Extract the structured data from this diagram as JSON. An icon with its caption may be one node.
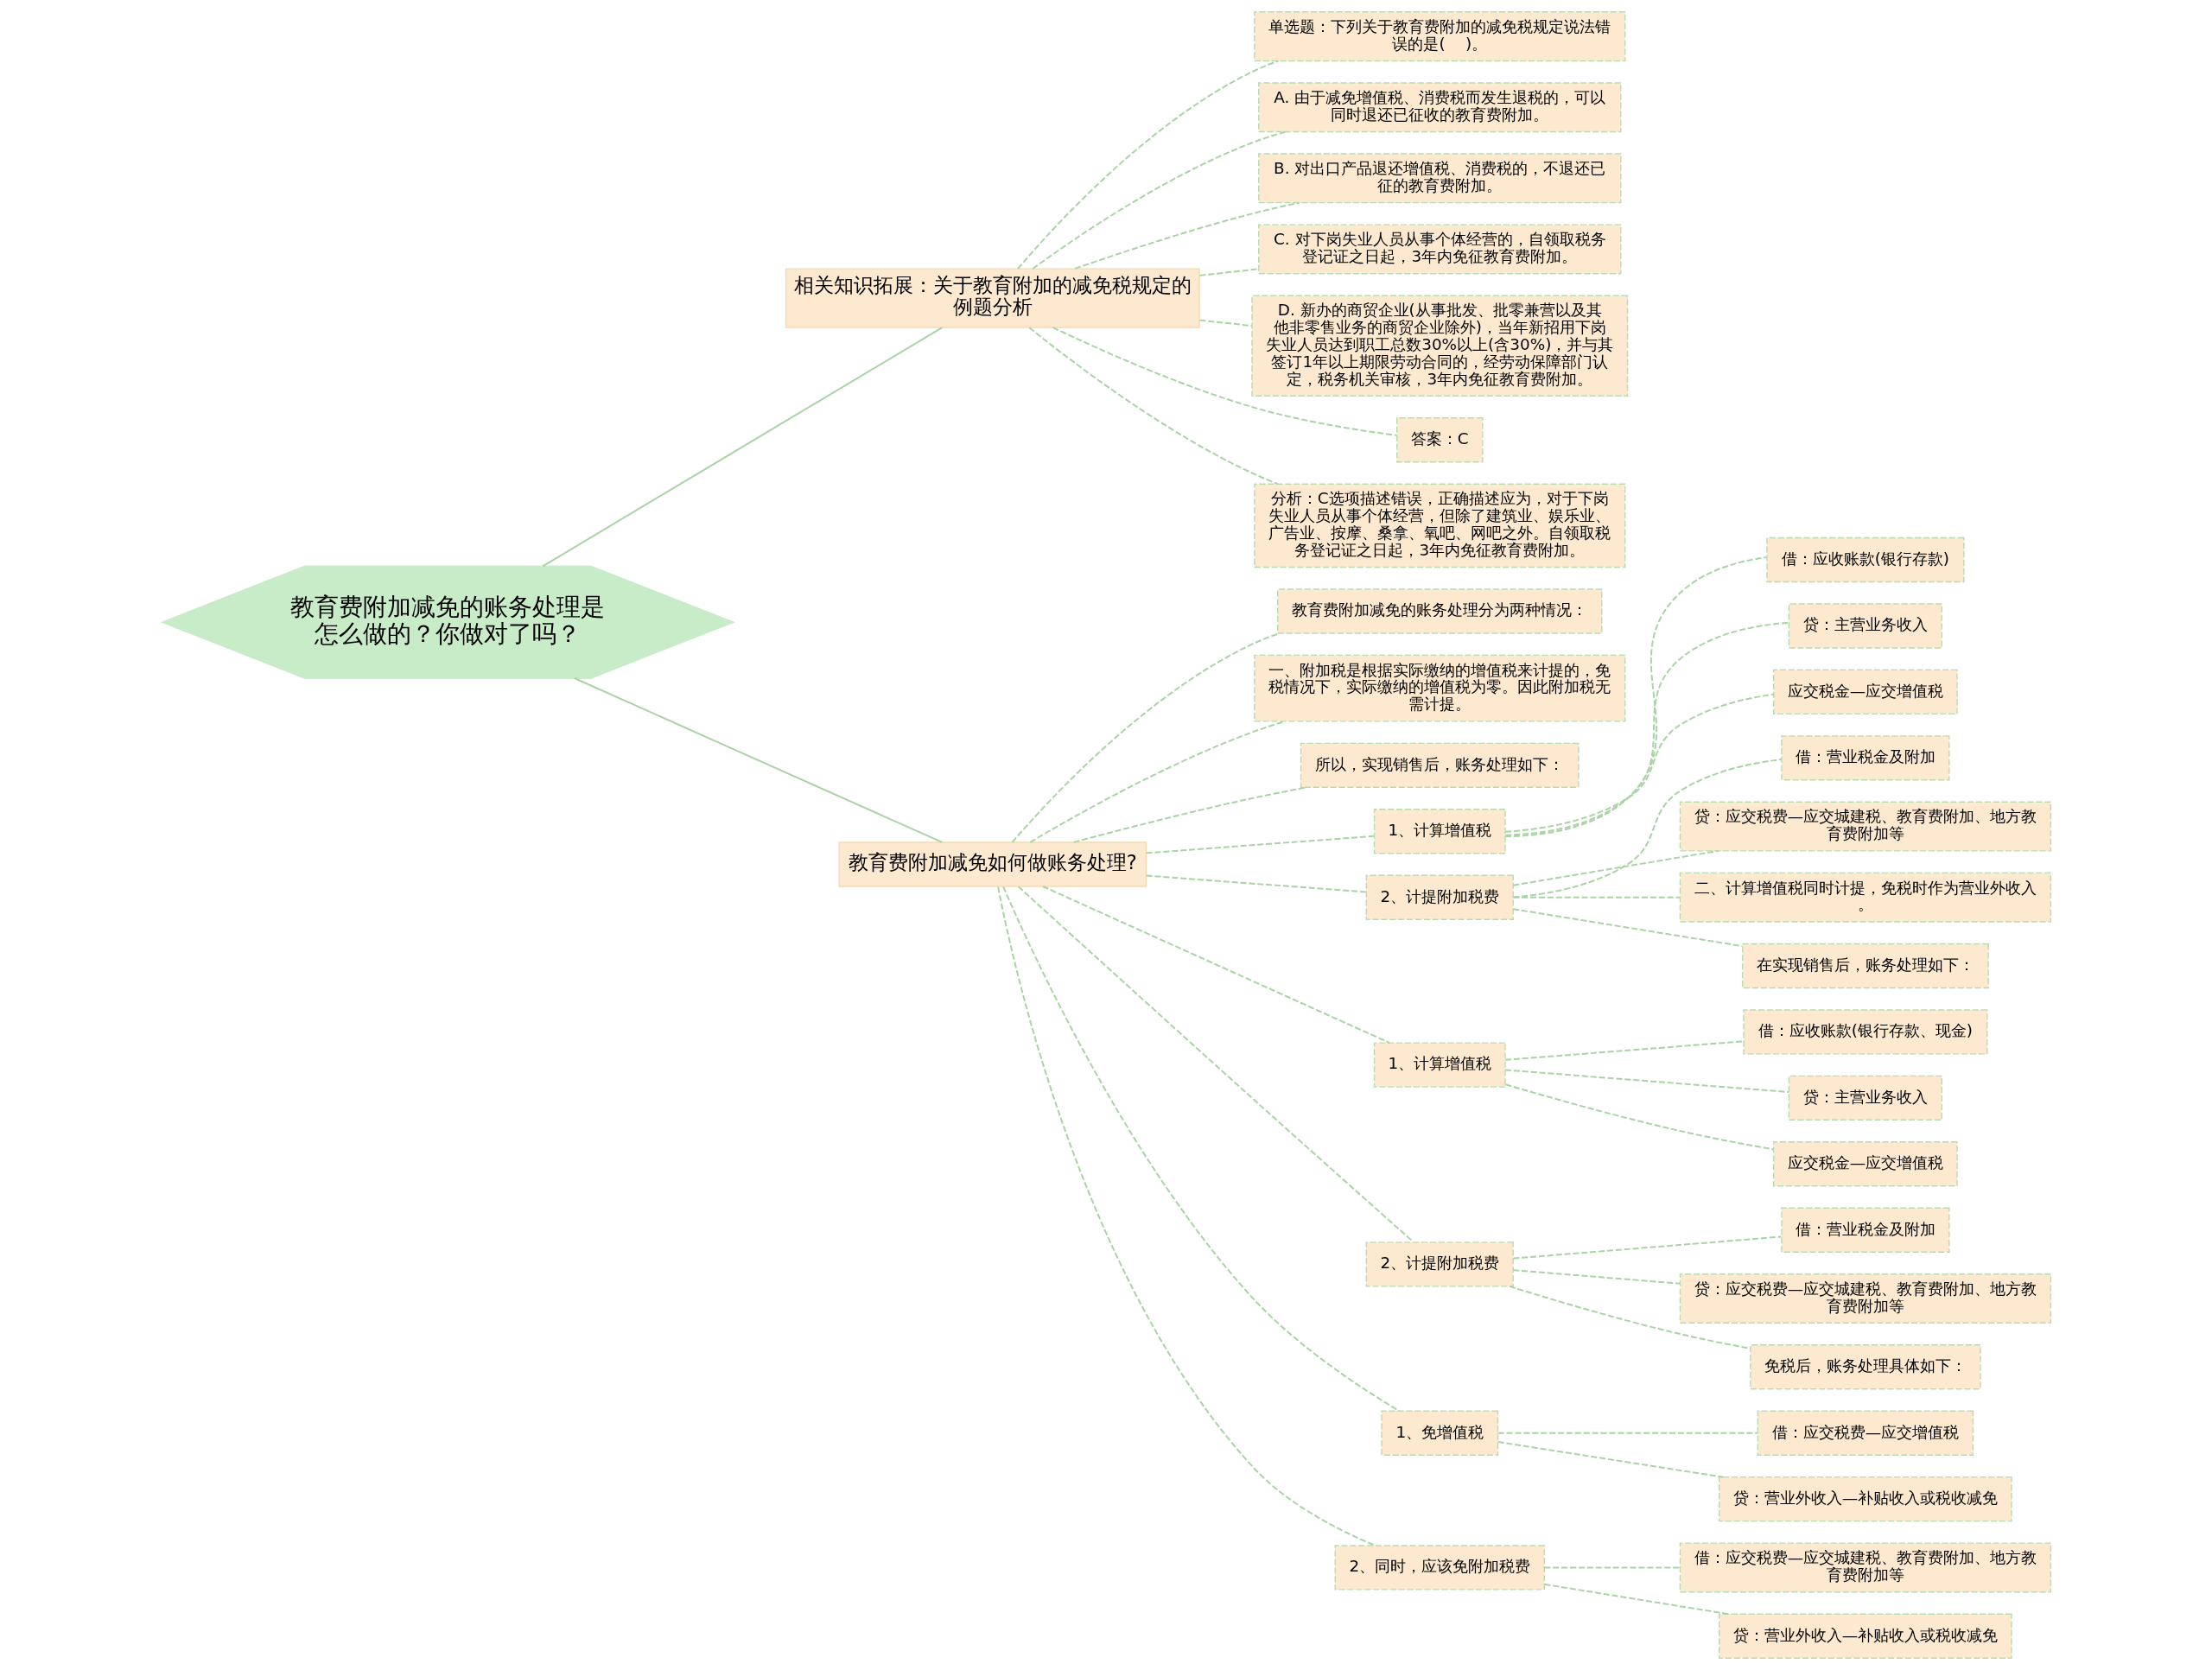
{
  "diagram": {
    "nodes": [
      {
        "text": [
          "教育费附加减免的账务处理是怎么做的？你做对了吗？"
        ]
      },
      {
        "text": [
          "相关知识拓展：关于教育附加的减免税规定的例题分析"
        ]
      },
      {
        "text": [
          "单选题：下列关于教育费附加的减免税规定说法错误的是(    )。"
        ]
      },
      {
        "text": [
          "A. 由于减免增值税、消费税而发生退税的，可以同时退还已征收的教育费附加。"
        ]
      },
      {
        "text": [
          "B. 对出口产品退还增值税、消费税的，不退还已征的教育费附加。"
        ]
      },
      {
        "text": [
          "C. 对下岗失业人员从事个体经营的，自领取税务登记证之日起，3年内免征教育费附加。"
        ]
      },
      {
        "text": [
          "D. 新办的商贸企业(从事批发、批零兼营以及其他非零售业务的商贸企业除外)，当年新招用下岗失业人员达到职工总数30%以上(含30%)，并与其签订1年以上期限劳动合同的，经劳动保障部门认定，税务机关审核，3年内免征教育费附加。"
        ]
      },
      {
        "text": [
          "答案：C"
        ]
      },
      {
        "text": [
          "分析：C选项描述错误，正确描述应为，对于下岗失业人员从事个体经营，但除了建筑业、娱乐业、广告业、按摩、桑拿、氧吧、网吧之外。自领取税务登记证之日起，3年内免征教育费附加。"
        ]
      },
      {
        "text": [
          "教育费附加减免如何做账务处理?"
        ]
      },
      {
        "text": [
          "教育费附加减免的账务处理分为两种情况："
        ]
      },
      {
        "text": [
          "一、附加税是根据实际缴纳的增值税来计提的，免税情况下，实际缴纳的增值税为零。因此附加税无需计提。"
        ]
      },
      {
        "text": [
          "所以，实现销售后，账务处理如下："
        ]
      },
      {
        "text": [
          "1、计算增值税"
        ]
      },
      {
        "text": [
          "借：应收账款(银行存款)"
        ]
      },
      {
        "text": [
          "贷：主营业务收入"
        ]
      },
      {
        "text": [
          "应交税金—应交增值税"
        ]
      },
      {
        "text": [
          "2、计提附加税费"
        ]
      },
      {
        "text": [
          "借：营业税金及附加"
        ]
      },
      {
        "text": [
          "贷：应交税费—应交城建税、教育费附加、地方教育费附加等"
        ]
      },
      {
        "text": [
          "二、计算增值税同时计提，免税时作为营业外收入。"
        ]
      },
      {
        "text": [
          "在实现销售后，账务处理如下："
        ]
      },
      {
        "text": [
          "1、计算增值税"
        ]
      },
      {
        "text": [
          "借：应收账款(银行存款、现金)"
        ]
      },
      {
        "text": [
          "贷：主营业务收入"
        ]
      },
      {
        "text": [
          "应交税金—应交增值税"
        ]
      },
      {
        "text": [
          "2、计提附加税费"
        ]
      },
      {
        "text": [
          "借：营业税金及附加"
        ]
      },
      {
        "text": [
          "贷：应交税费—应交城建税、教育费附加、地方教育费附加等"
        ]
      },
      {
        "text": [
          "免税后，账务处理具体如下："
        ]
      },
      {
        "text": [
          "1、免增值税"
        ]
      },
      {
        "text": [
          "借：应交税费—应交增值税"
        ]
      },
      {
        "text": [
          "贷：营业外收入—补贴收入或税收减免"
        ]
      },
      {
        "text": [
          "2、同时，应该免附加税费"
        ]
      },
      {
        "text": [
          "借：应交税费—应交城建税、教育费附加、地方教育费附加等"
        ]
      },
      {
        "text": [
          "贷：营业外收入—补贴收入或税收减免"
        ]
      }
    ],
    "edges": [
      {
        "from": 0,
        "to": 1,
        "arrow": "none"
      },
      {
        "from": 1,
        "to": 2,
        "arrow": "none",
        "style": "dashed"
      },
      {
        "from": 1,
        "to": 3,
        "arrow": "none",
        "style": "dashed"
      },
      {
        "from": 1,
        "to": 4,
        "arrow": "none",
        "style": "dashed"
      },
      {
        "from": 1,
        "to": 5,
        "arrow": "none",
        "style": "dashed"
      },
      {
        "from": 1,
        "to": 6,
        "arrow": "none",
        "style": "dashed"
      },
      {
        "from": 1,
        "to": 7,
        "arrow": "none",
        "style": "dashed"
      },
      {
        "from": 1,
        "to": 8,
        "arrow": "none",
        "style": "dashed"
      },
      {
        "from": 0,
        "to": 9,
        "arrow": "none"
      },
      {
        "from": 9,
        "to": 10,
        "arrow": "none",
        "style": "dashed"
      },
      {
        "from": 9,
        "to": 11,
        "arrow": "none",
        "style": "dashed"
      },
      {
        "from": 9,
        "to": 12,
        "arrow": "none",
        "style": "dashed"
      },
      {
        "from": 9,
        "to": 13,
        "arrow": "none",
        "style": "dashed"
      },
      {
        "from": 13,
        "to": 14,
        "arrow": "none",
        "style": "dashed"
      },
      {
        "from": 13,
        "to": 15,
        "arrow": "none",
        "style": "dashed"
      },
      {
        "from": 13,
        "to": 16,
        "arrow": "none",
        "style": "dashed"
      },
      {
        "from": 9,
        "to": 17,
        "arrow": "none",
        "style": "dashed"
      },
      {
        "from": 17,
        "to": 18,
        "arrow": "none",
        "style": "dashed"
      },
      {
        "from": 17,
        "to": 19,
        "arrow": "none",
        "style": "dashed"
      },
      {
        "from": 17,
        "to": 20,
        "arrow": "none",
        "style": "dashed"
      },
      {
        "from": 17,
        "to": 21,
        "arrow": "none",
        "style": "dashed"
      },
      {
        "from": 9,
        "to": 22,
        "arrow": "none",
        "style": "dashed"
      },
      {
        "from": 22,
        "to": 23,
        "arrow": "none",
        "style": "dashed"
      },
      {
        "from": 22,
        "to": 24,
        "arrow": "none",
        "style": "dashed"
      },
      {
        "from": 22,
        "to": 25,
        "arrow": "none",
        "style": "dashed"
      },
      {
        "from": 9,
        "to": 26,
        "arrow": "none",
        "style": "dashed"
      },
      {
        "from": 26,
        "to": 27,
        "arrow": "none",
        "style": "dashed"
      },
      {
        "from": 26,
        "to": 28,
        "arrow": "none",
        "style": "dashed"
      },
      {
        "from": 26,
        "to": 29,
        "arrow": "none",
        "style": "dashed"
      },
      {
        "from": 9,
        "to": 30,
        "arrow": "none",
        "style": "dashed"
      },
      {
        "from": 30,
        "to": 31,
        "arrow": "none",
        "style": "dashed"
      },
      {
        "from": 30,
        "to": 32,
        "arrow": "none",
        "style": "dashed"
      },
      {
        "from": 9,
        "to": 33,
        "arrow": "none",
        "style": "dashed"
      },
      {
        "from": 33,
        "to": 34,
        "arrow": "none",
        "style": "dashed"
      },
      {
        "from": 33,
        "to": 35,
        "arrow": "none",
        "style": "dashed"
      }
    ]
  }
}
